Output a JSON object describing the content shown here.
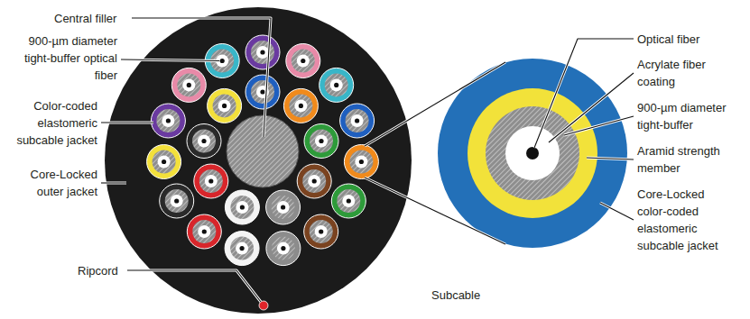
{
  "diagram": {
    "labels": [
      "Central filler",
      "900-µm diameter tight-buffer optical fiber",
      "Color-coded elastomeric subcable jacket",
      "Core-Locked outer jacket",
      "Ripcord",
      "Subcable",
      "Optical fiber",
      "Acrylate fiber coating",
      "900-µm diameter tight-buffer",
      "Aramid strength member",
      "Core-Locked color-coded elastomeric subcable jacket"
    ]
  }
}
